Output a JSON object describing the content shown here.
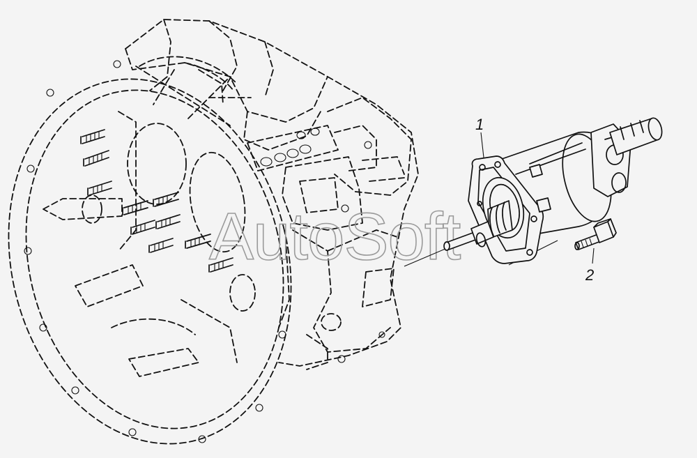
{
  "diagram": {
    "watermark": "AutoSoft",
    "callouts": [
      {
        "id": "1",
        "label": "1"
      },
      {
        "id": "2",
        "label": "2"
      }
    ],
    "colors": {
      "background": "#f4f4f4",
      "line": "#111111",
      "watermark": "#9a9a9a"
    }
  }
}
